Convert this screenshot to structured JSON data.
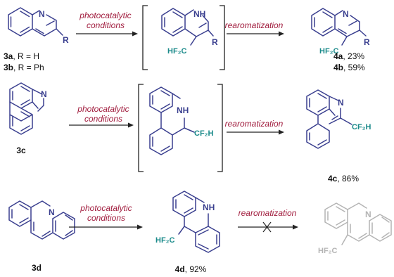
{
  "conditions": {
    "photocatalytic_line1": "photocatalytic",
    "photocatalytic_line2": "conditions",
    "rearomatization": "rearomatization"
  },
  "atoms": {
    "N": "N",
    "NH": "NH",
    "R": "R"
  },
  "groups": {
    "HF2C": "HF₂C",
    "CF2H": "CF₂H"
  },
  "compounds": {
    "3a": {
      "id": "3a",
      "desc": ", R = H"
    },
    "3b": {
      "id": "3b",
      "desc": ", R = Ph"
    },
    "3c": {
      "id": "3c"
    },
    "3d": {
      "id": "3d"
    },
    "4a": {
      "id": "4a",
      "yield": ", 23%"
    },
    "4b": {
      "id": "4b",
      "yield": ", 59%"
    },
    "4c": {
      "id": "4c",
      "yield": ", 86%"
    },
    "4d": {
      "id": "4d",
      "yield": ", 92%"
    }
  },
  "colors": {
    "bond": "#3a3f8f",
    "cf2h": "#1a8a8a",
    "conditions": "#a11d3e",
    "failed_product": "#b4b4b4"
  },
  "icons": [
    "arrow-right-icon",
    "cross-mark-icon",
    "bracket-icon"
  ]
}
